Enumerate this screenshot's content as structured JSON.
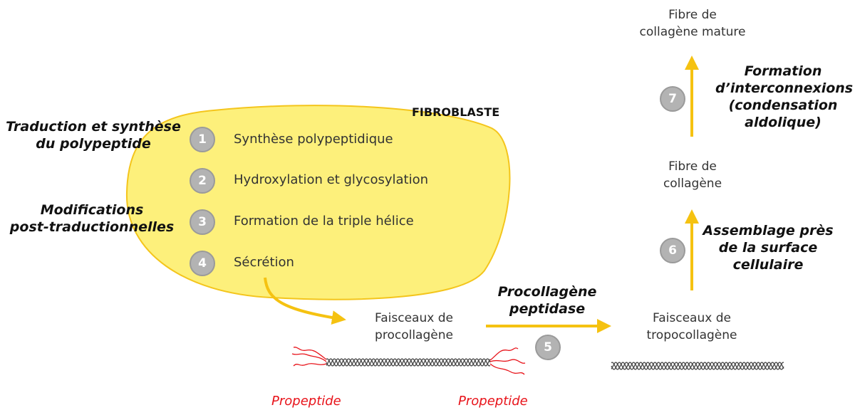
{
  "cell_label": "FIBROBLASTE",
  "steps": [
    {
      "num": "1",
      "text": "Synthèse polypeptidique"
    },
    {
      "num": "2",
      "text": "Hydroxylation et glycosylation"
    },
    {
      "num": "3",
      "text": "Formation de la triple hélice"
    },
    {
      "num": "4",
      "text": "Sécrétion"
    },
    {
      "num": "5"
    },
    {
      "num": "6"
    },
    {
      "num": "7"
    }
  ],
  "left_labels": {
    "translation": [
      "Traduction et synthèse",
      "du polypeptide"
    ],
    "modifications": [
      "Modifications",
      "post-traductionnelles"
    ]
  },
  "nodes": {
    "procollagen": [
      "Faisceaux de",
      "procollagène"
    ],
    "tropocollagen": [
      "Faisceaux de",
      "tropocollagène"
    ],
    "fibre": [
      "Fibre de",
      "collagène"
    ],
    "mature_fibre": [
      "Fibre de",
      "collagène mature"
    ]
  },
  "processes": {
    "peptidase": [
      "Procollagène",
      "peptidase"
    ],
    "assembly": [
      "Assemblage près",
      "de la surface",
      "cellulaire"
    ],
    "crosslinks": [
      "Formation",
      "d’interconnexions",
      "(condensation",
      "aldolique)"
    ]
  },
  "propeptide_label": "Propeptide",
  "colors": {
    "cell_fill": "#fdf07b",
    "cell_stroke": "#f4c51c",
    "arrow": "#f5c211",
    "propeptide": "#e8141b",
    "badge": "#b3b3b3"
  }
}
